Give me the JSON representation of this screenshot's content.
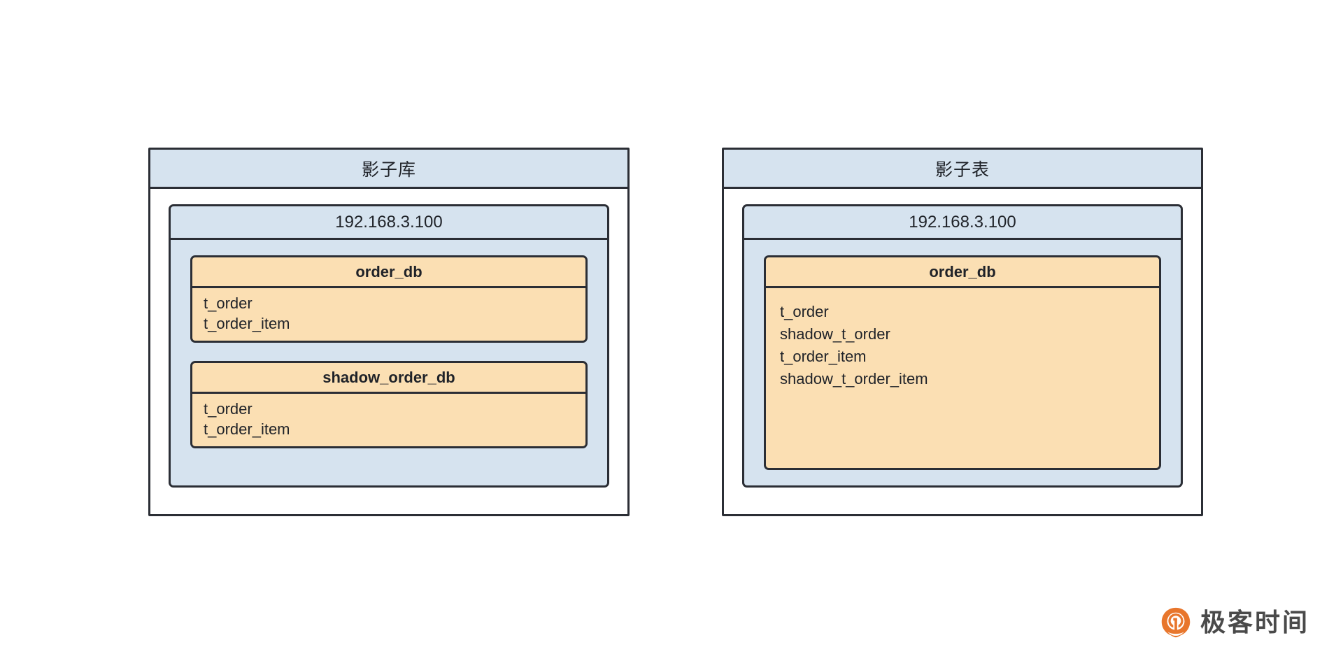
{
  "diagram": {
    "title_left": "影子库",
    "title_right": "影子表",
    "panels": [
      {
        "key": "shadow-database",
        "title": "影子库",
        "host": {
          "label": "192.168.3.100",
          "databases": [
            {
              "name": "order_db",
              "tables": [
                "t_order",
                "t_order_item"
              ]
            },
            {
              "name": "shadow_order_db",
              "tables": [
                "t_order",
                "t_order_item"
              ]
            }
          ]
        }
      },
      {
        "key": "shadow-table",
        "title": "影子表",
        "host": {
          "label": "192.168.3.100",
          "databases": [
            {
              "name": "order_db",
              "tables": [
                "t_order",
                "shadow_t_order",
                "t_order_item",
                "shadow_t_order_item"
              ]
            }
          ]
        }
      }
    ]
  },
  "brand": {
    "name": "极客时间",
    "mark_icon": "geektime-logo-icon",
    "mark_color": "#e8762c",
    "text_color": "#4a4a4a"
  },
  "colors": {
    "panel_border": "#2b2e35",
    "blue_fill": "#d6e3ef",
    "orange_fill": "#fbdfb3",
    "page_background": "#ffffff",
    "text": "#1f2228"
  }
}
